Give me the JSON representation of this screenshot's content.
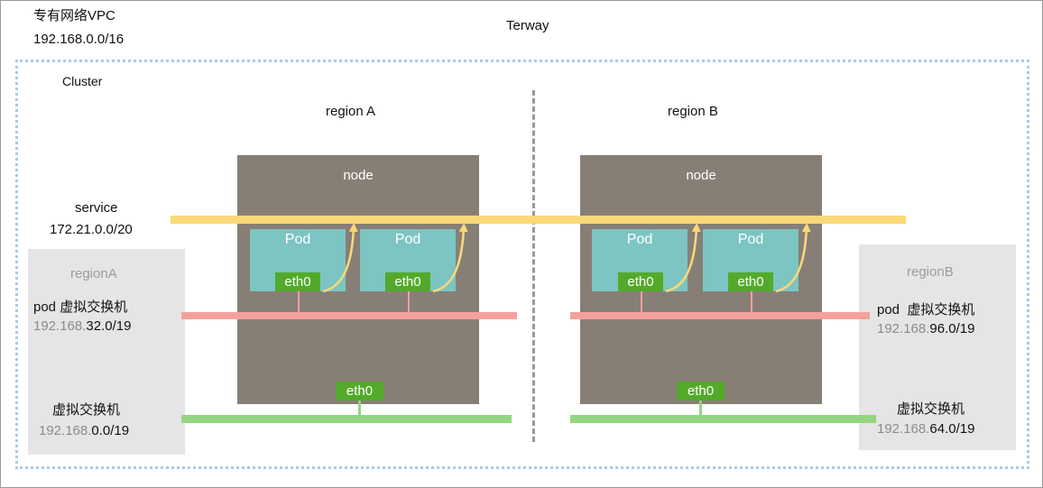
{
  "vpc": {
    "title": "专有网络VPC",
    "cidr": "192.168.0.0/16"
  },
  "terway": "Terway",
  "cluster": "Cluster",
  "regions": {
    "a": "region A",
    "b": "region B"
  },
  "service": {
    "label": "service",
    "cidr": "172.21.0.0/20"
  },
  "node_label": "node",
  "pod_label": "Pod",
  "eth_label": "eth0",
  "left_panel": {
    "title": "regionA",
    "pod_switch": "pod 虚拟交换机",
    "pod_cidr_prefix": "192.168.",
    "pod_cidr_suffix": "32.0/19",
    "switch": "虚拟交换机",
    "switch_cidr_prefix": "192.168.",
    "switch_cidr_suffix": "0.0/19"
  },
  "right_panel": {
    "title": "regionB",
    "pod_switch": "pod  虚拟交换机",
    "pod_cidr_prefix": "192.168.",
    "pod_cidr_suffix": "96.0/19",
    "switch": "虚拟交换机",
    "switch_cidr_prefix": "192.168.",
    "switch_cidr_suffix": "64.0/19"
  },
  "colors": {
    "node": "#877f76",
    "pod": "#7cc5c2",
    "eth": "#53aa2a",
    "service_line": "#fbd977",
    "pod_switch_line": "#f3a19c",
    "vswitch_line": "#94d582",
    "cluster_border": "#a9c9ee"
  }
}
